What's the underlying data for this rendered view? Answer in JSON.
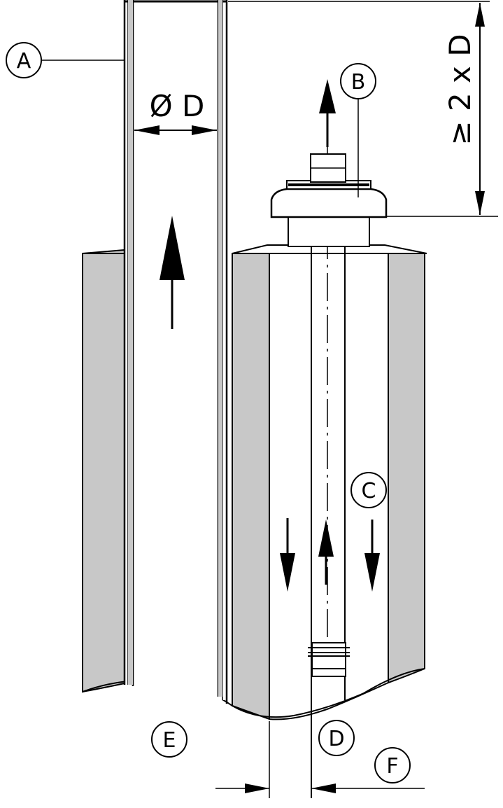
{
  "diagram": {
    "dimensions": {
      "diameter": "Ø D",
      "min_height": "≥ 2 x D"
    },
    "callouts": {
      "a": "A",
      "b": "B",
      "c": "C",
      "d": "D",
      "e": "E",
      "f": "F"
    },
    "colors": {
      "wall_fill": "#c8c8c8",
      "line": "#000000",
      "background": "#ffffff"
    }
  }
}
